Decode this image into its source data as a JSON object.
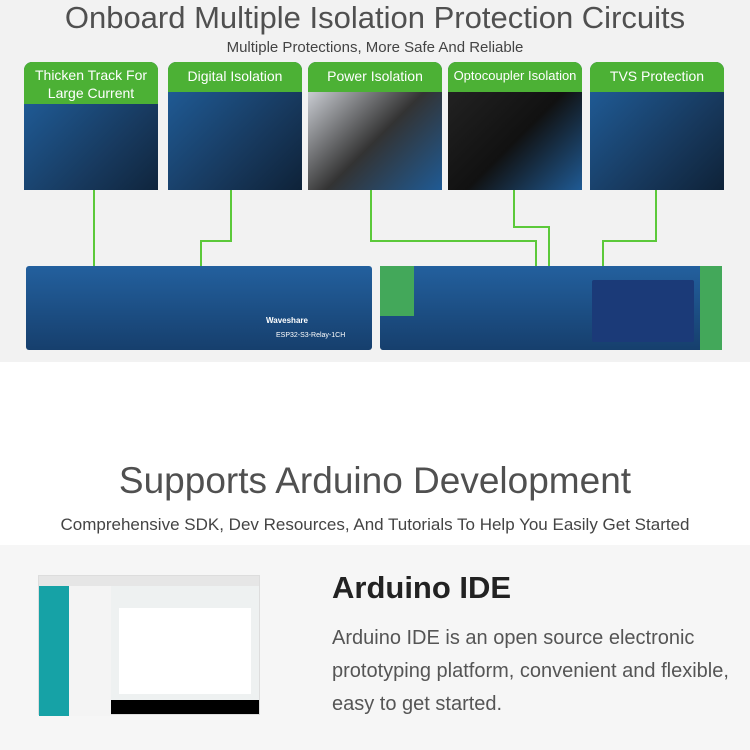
{
  "section1": {
    "title": "Onboard Multiple Isolation Protection Circuits",
    "subtitle": "Multiple Protections, More Safe And Reliable",
    "features": [
      "Thicken Track For Large Current",
      "Digital Isolation",
      "Power Isolation",
      "Optocoupler Isolation",
      "TVS Protection"
    ],
    "board_label": "ESP32-S3-Relay-1CH",
    "brand": "Waveshare",
    "accent": "#4cb135"
  },
  "section2": {
    "title": "Supports Arduino Development",
    "subtitle": "Comprehensive SDK, Dev Resources, And Tutorials To Help You Easily Get Started"
  },
  "arduino": {
    "heading": "Arduino IDE",
    "description": "Arduino IDE is an open source electronic prototyping platform, convenient and flexible, easy to get started."
  }
}
